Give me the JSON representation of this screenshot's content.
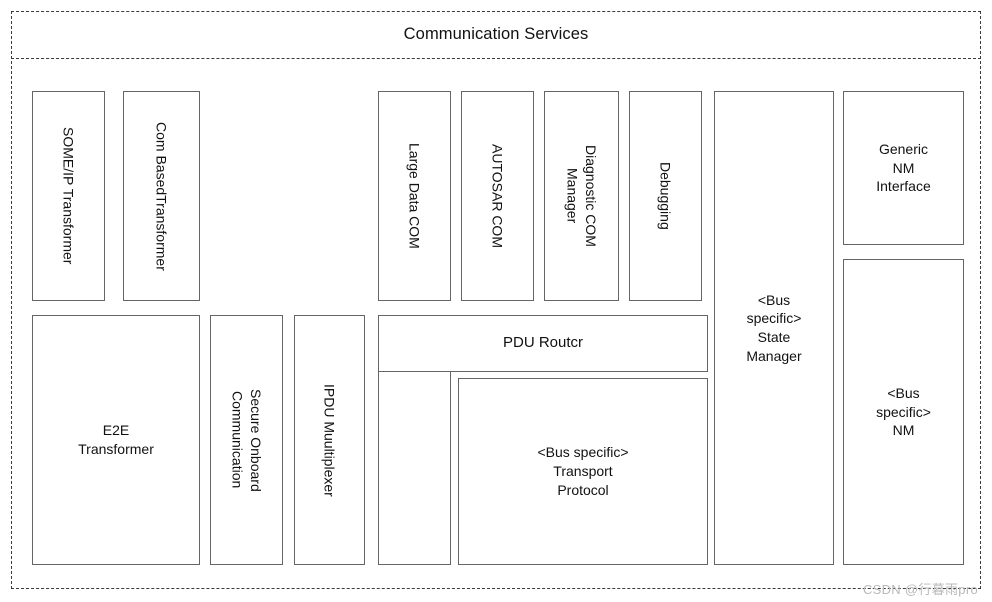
{
  "diagram": {
    "layer_title": "Communication Services",
    "watermark": "CSDN @行暮雨pro",
    "stroke_color": "#666666",
    "dashed_color": "#3b3b3b",
    "background": "#ffffff"
  },
  "blocks": {
    "someip_transformer": "SOME/IP Transformer",
    "com_based_transformer": "Com BasedTransformer",
    "large_data_com": "Large Data COM",
    "autosar_com": "AUTOSAR  COM",
    "diagnostic_com_manager": "Diagnostic COM\nManager",
    "debugging": "Debugging",
    "bus_state_manager": "<Bus\nspecific>\nState\nManager",
    "generic_nm_interface": "Generic\nNM\nInterface",
    "bus_nm": "<Bus\nspecific>\nNM",
    "e2e_transformer": "E2E\nTransformer",
    "secure_onboard_communication": "Secure Onboard\nCommunication",
    "ipdu_multiplexer": "IPDU Muultiplexer",
    "empty_column": "",
    "pdu_router": "PDU Routcr",
    "bus_transport_protocol": "<Bus specific>\nTransport\nProtocol"
  }
}
